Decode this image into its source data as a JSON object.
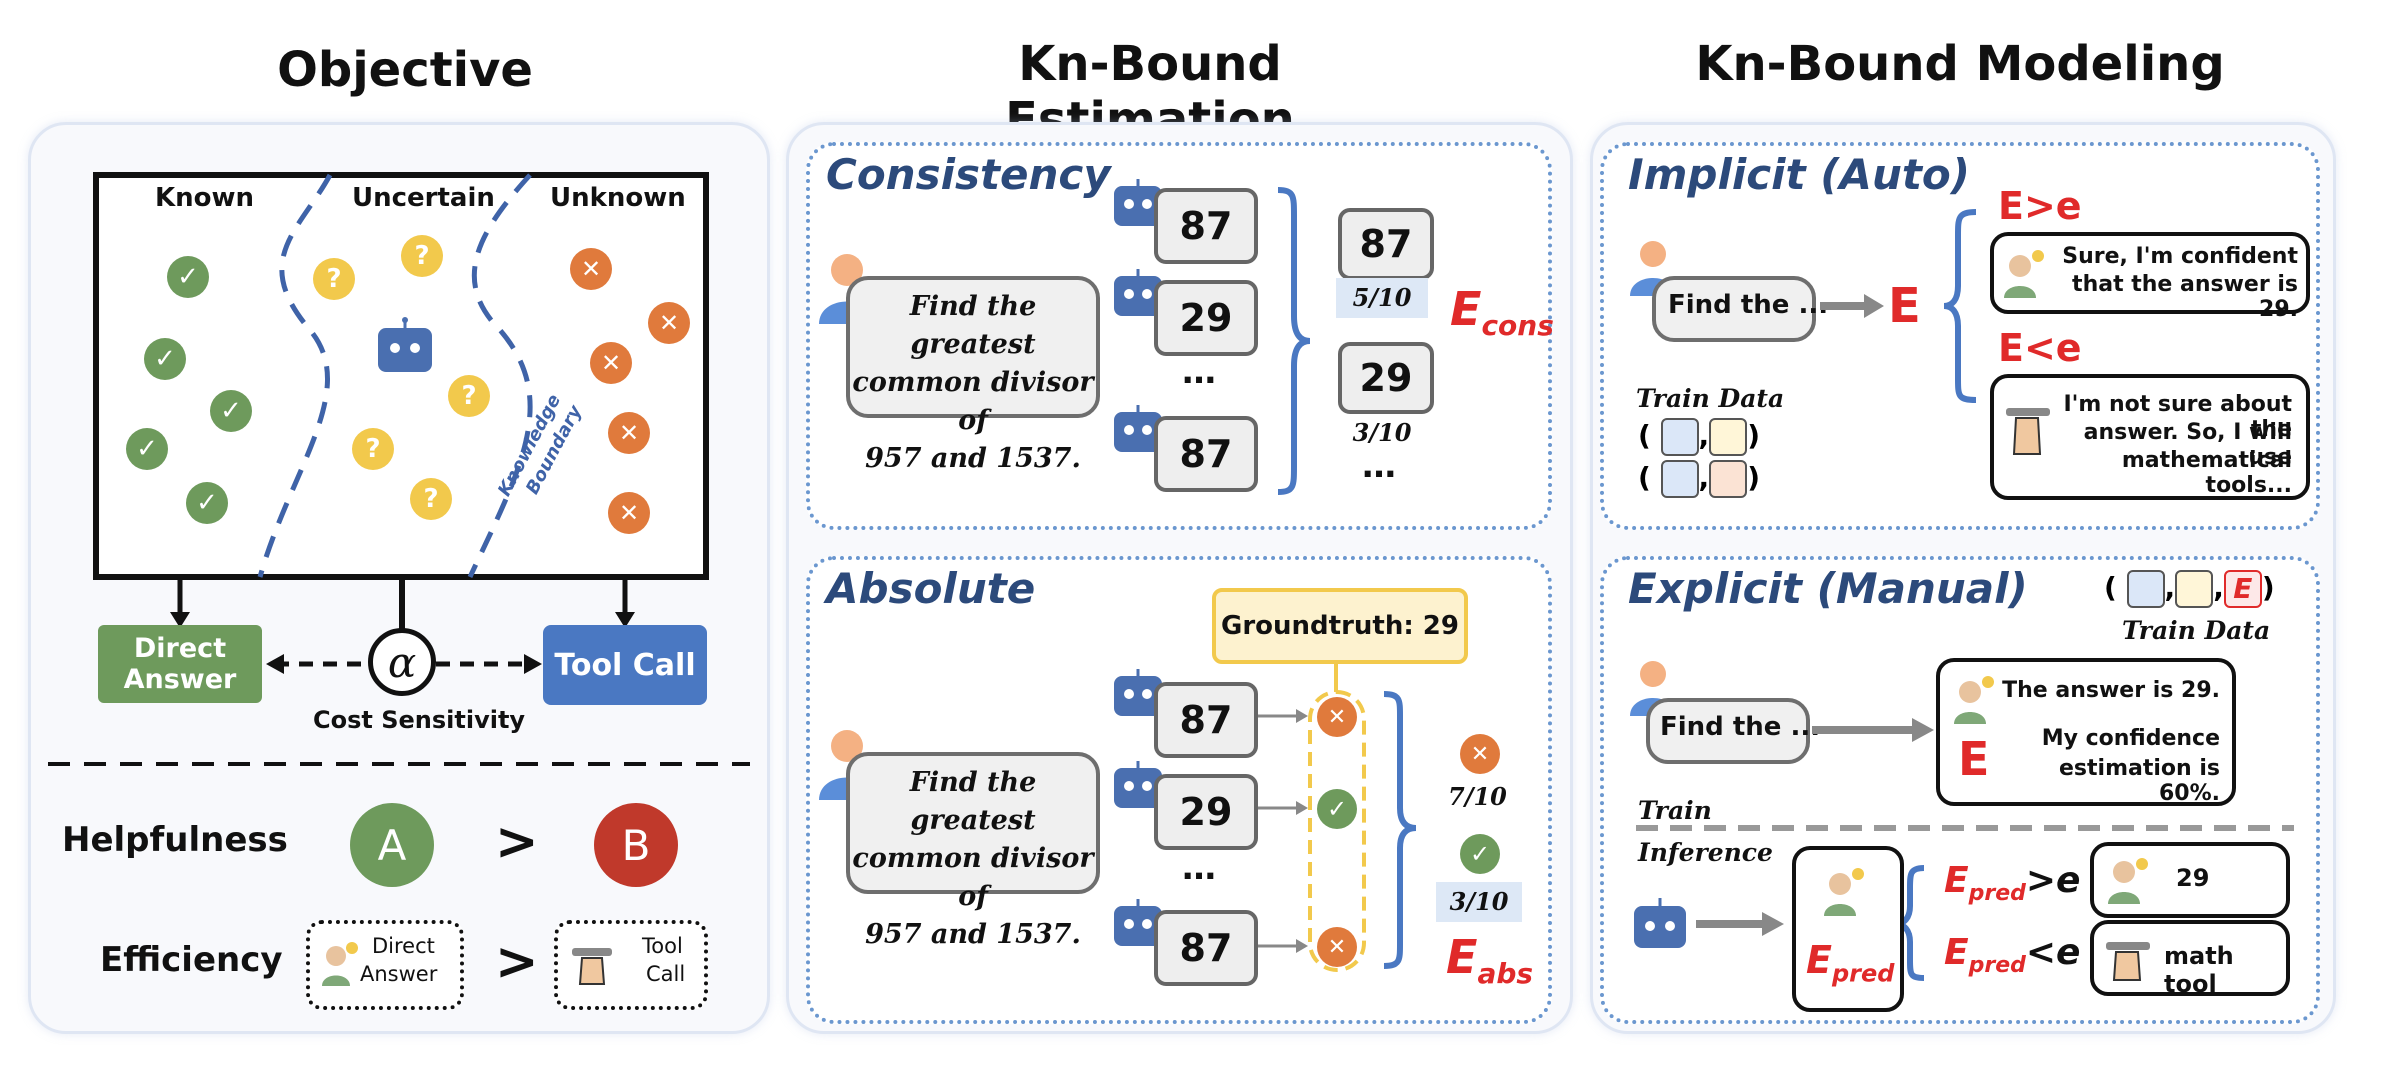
{
  "titles": {
    "objective": "Objective",
    "estimation": "Kn-Bound Estimation",
    "modeling": "Kn-Bound Modeling"
  },
  "objective": {
    "known": "Known",
    "uncertain": "Uncertain",
    "unknown": "Unknown",
    "boundary_line1": "Knowledge",
    "boundary_line2": "Boundary",
    "direct_answer_line1": "Direct",
    "direct_answer_line2": "Answer",
    "alpha": "α",
    "tool_call": "Tool Call",
    "cost_sensitivity": "Cost Sensitivity",
    "helpfulness": "Helpfulness",
    "efficiency": "Efficiency",
    "badge_a": "A",
    "badge_b": "B",
    "gt": ">",
    "eff_direct_line1": "Direct",
    "eff_direct_line2": "Answer",
    "eff_tool_line1": "Tool",
    "eff_tool_line2": "Call"
  },
  "consistency": {
    "title": "Consistency",
    "question_line1": "Find the greatest",
    "question_line2": "common divisor of",
    "question_line3": "957 and 1537.",
    "samples": [
      "87",
      "29",
      "87"
    ],
    "ellipsis": "…",
    "agg": [
      {
        "value": "87",
        "ratio": "5/10"
      },
      {
        "value": "29",
        "ratio": "3/10"
      }
    ],
    "agg_ellipsis": "…",
    "metric": "E",
    "metric_sub": "cons"
  },
  "absolute": {
    "title": "Absolute",
    "groundtruth": "Groundtruth: 29",
    "question_line1": "Find the greatest",
    "question_line2": "common divisor of",
    "question_line3": "957 and 1537.",
    "samples": [
      "87",
      "29",
      "87"
    ],
    "ellipsis": "…",
    "wrong_ratio": "7/10",
    "right_ratio": "3/10",
    "metric": "E",
    "metric_sub": "abs"
  },
  "implicit": {
    "title": "Implicit (Auto)",
    "query": "Find the ...",
    "e_label": "E",
    "high_label": "E>e",
    "low_label": "E<e",
    "confident_line1": "Sure, I'm confident",
    "confident_line2": "that the answer is 29.",
    "unsure_line1": "I'm not sure about the",
    "unsure_line2": "answer. So, I will use",
    "unsure_line3": "mathematical tools...",
    "train_data": "Train Data"
  },
  "explicit": {
    "title": "Explicit (Manual)",
    "train_data": "Train Data",
    "query": "Find the ...",
    "answer_line": "The answer is 29.",
    "conf_line1": "My confidence",
    "conf_line2": "estimation is 60%.",
    "e_label": "E",
    "train": "Train",
    "inference": "Inference",
    "epred": "E",
    "epred_sub": "pred",
    "pred_high": ">e",
    "pred_low": "<e",
    "out_answer": "29",
    "out_tool": "math tool"
  },
  "colors": {
    "green": "#6e9a5c",
    "orange": "#e07a3c",
    "yellow": "#f2c94c",
    "blue": "#4a78c2",
    "red_badge": "#c0392b",
    "navy": "#2c4a7b",
    "red_text": "#e02a2a"
  }
}
